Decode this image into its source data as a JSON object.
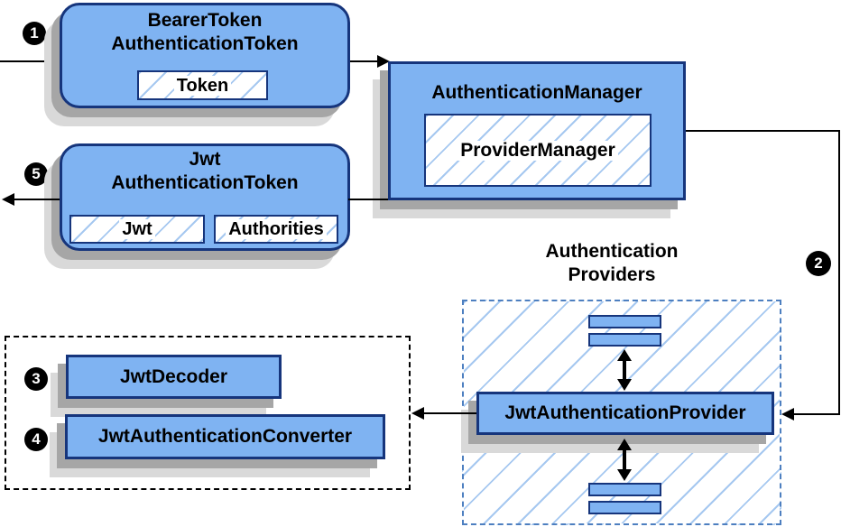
{
  "colors": {
    "canvas_bg": "#ffffff",
    "box_fill": "#7fb3f2",
    "box_border": "#16357c",
    "hatch_line": "#a6c8f0",
    "dashed_blue": "#4d7fc0",
    "shadow_dark": "#a6a6a6",
    "shadow_light": "#d9d9d9",
    "line_color": "#000000"
  },
  "badges": [
    "1",
    "2",
    "3",
    "4",
    "5"
  ],
  "nodes": {
    "bearer": {
      "title1": "BearerToken",
      "title2": "AuthenticationToken",
      "field": "Token"
    },
    "manager": {
      "title": "AuthenticationManager",
      "inner": "ProviderManager"
    },
    "jwt": {
      "title1": "Jwt",
      "title2": "AuthenticationToken",
      "field1": "Jwt",
      "field2": "Authorities"
    },
    "providers": {
      "heading1": "Authentication",
      "heading2": "Providers",
      "provider": "JwtAuthenticationProvider"
    },
    "resolvers": {
      "decoder": "JwtDecoder",
      "converter": "JwtAuthenticationConverter"
    }
  }
}
